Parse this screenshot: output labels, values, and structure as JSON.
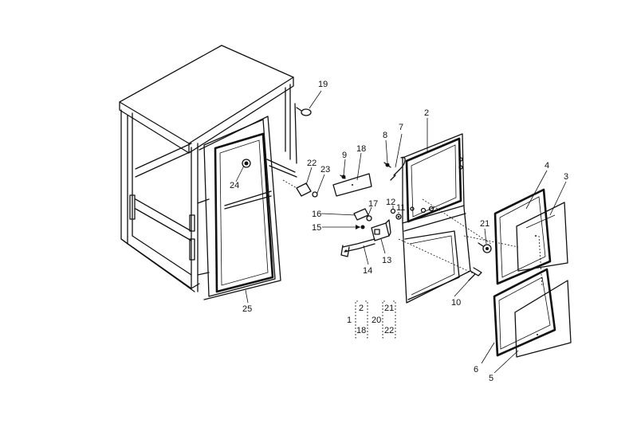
{
  "labels": {
    "p1": "1",
    "p2": "2",
    "p3": "3",
    "p4": "4",
    "p5": "5",
    "p6": "6",
    "p7": "7",
    "p8": "8",
    "p9": "9",
    "p10": "10",
    "p11": "11",
    "p12": "12",
    "p13": "13",
    "p14": "14",
    "p15": "15",
    "p16": "16",
    "p17": "17",
    "p18": "18",
    "p19": "19",
    "p20": "20",
    "p21": "21",
    "p22": "22",
    "p23": "23",
    "p24": "24",
    "p25": "25",
    "kit1_a": "2",
    "kit1_b": "18",
    "kit20_a": "21",
    "kit20_b": "22"
  }
}
